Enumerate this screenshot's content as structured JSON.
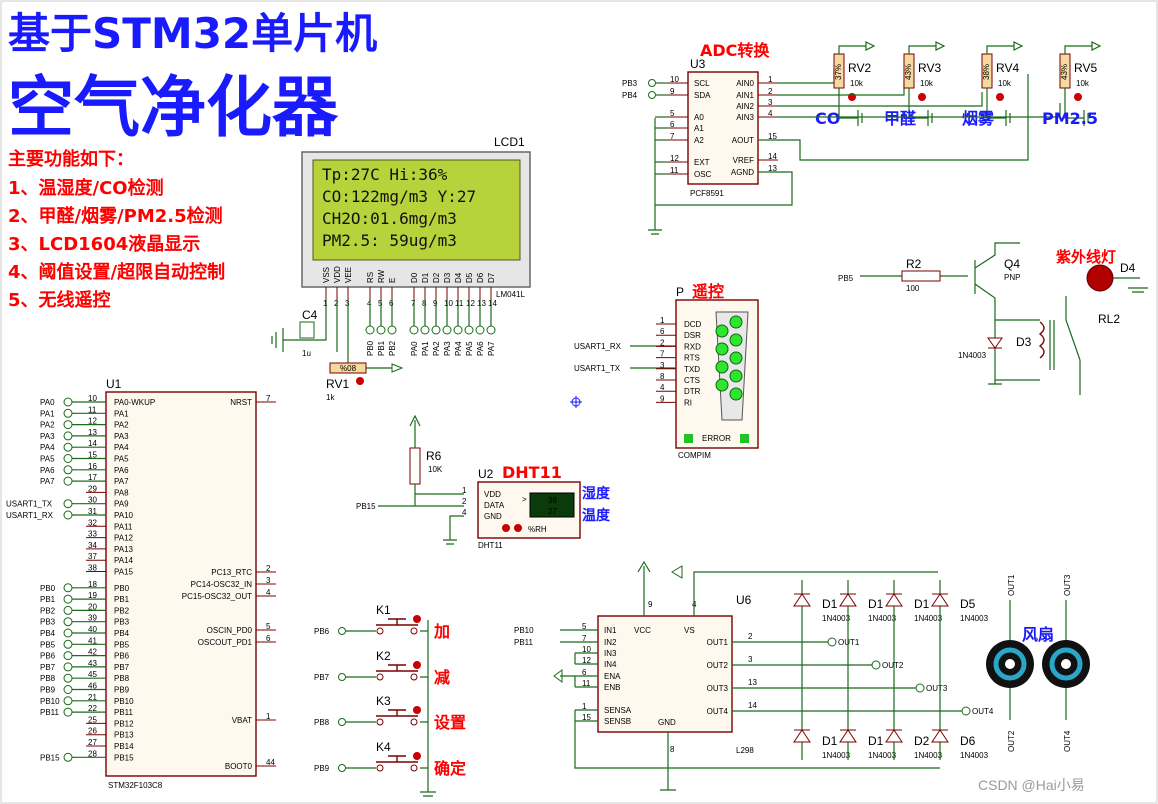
{
  "title_line1": "基于STM32单片机",
  "title_line2": "空气净化器",
  "features": {
    "heading": "主要功能如下：",
    "items": [
      "1、温湿度/CO检测",
      "2、甲醛/烟雾/PM2.5检测",
      "3、LCD1604液晶显示",
      "4、阈值设置/超限自动控制",
      "5、无线遥控"
    ]
  },
  "lcd": {
    "ref": "LCD1",
    "model": "LM041L",
    "lines": [
      "Tp:27C     Hi:36%",
      "CO:122mg/m3 Y:27",
      "CH2O:01.6mg/m3",
      "PM2.5: 59ug/m3"
    ],
    "pins": [
      "VSS",
      "VDD",
      "VEE",
      "RS",
      "RW",
      "E",
      "D0",
      "D1",
      "D2",
      "D3",
      "D4",
      "D5",
      "D6",
      "D7"
    ],
    "bus": [
      "PB0",
      "PB1",
      "PB2",
      "PA0",
      "PA1",
      "PA2",
      "PA3",
      "PA4",
      "PA5",
      "PA6",
      "PA7"
    ]
  },
  "c4": {
    "ref": "C4",
    "value": "1u"
  },
  "rv1": {
    "ref": "RV1",
    "value": "1k",
    "pct": "%08"
  },
  "mcu": {
    "ref": "U1",
    "model": "STM32F103C8",
    "left_pins": [
      {
        "net": "PA0",
        "num": "10",
        "name": "PA0-WKUP"
      },
      {
        "net": "PA1",
        "num": "11",
        "name": "PA1"
      },
      {
        "net": "PA2",
        "num": "12",
        "name": "PA2"
      },
      {
        "net": "PA3",
        "num": "13",
        "name": "PA3"
      },
      {
        "net": "PA4",
        "num": "14",
        "name": "PA4"
      },
      {
        "net": "PA5",
        "num": "15",
        "name": "PA5"
      },
      {
        "net": "PA6",
        "num": "16",
        "name": "PA6"
      },
      {
        "net": "PA7",
        "num": "17",
        "name": "PA7"
      },
      {
        "net": "",
        "num": "29",
        "name": "PA8"
      },
      {
        "net": "USART1_TX",
        "num": "30",
        "name": "PA9"
      },
      {
        "net": "USART1_RX",
        "num": "31",
        "name": "PA10"
      },
      {
        "net": "",
        "num": "32",
        "name": "PA11"
      },
      {
        "net": "",
        "num": "33",
        "name": "PA12"
      },
      {
        "net": "",
        "num": "34",
        "name": "PA13"
      },
      {
        "net": "",
        "num": "37",
        "name": "PA14"
      },
      {
        "net": "",
        "num": "38",
        "name": "PA15"
      },
      {
        "net": "PB0",
        "num": "18",
        "name": "PB0"
      },
      {
        "net": "PB1",
        "num": "19",
        "name": "PB1"
      },
      {
        "net": "PB2",
        "num": "20",
        "name": "PB2"
      },
      {
        "net": "PB3",
        "num": "39",
        "name": "PB3"
      },
      {
        "net": "PB4",
        "num": "40",
        "name": "PB4"
      },
      {
        "net": "PB5",
        "num": "41",
        "name": "PB5"
      },
      {
        "net": "PB6",
        "num": "42",
        "name": "PB6"
      },
      {
        "net": "PB7",
        "num": "43",
        "name": "PB7"
      },
      {
        "net": "PB8",
        "num": "45",
        "name": "PB8"
      },
      {
        "net": "PB9",
        "num": "46",
        "name": "PB9"
      },
      {
        "net": "PB10",
        "num": "21",
        "name": "PB10"
      },
      {
        "net": "PB11",
        "num": "22",
        "name": "PB11"
      },
      {
        "net": "",
        "num": "25",
        "name": "PB12"
      },
      {
        "net": "",
        "num": "26",
        "name": "PB13"
      },
      {
        "net": "",
        "num": "27",
        "name": "PB14"
      },
      {
        "net": "PB15",
        "num": "28",
        "name": "PB15"
      }
    ],
    "right_pins": [
      {
        "num": "7",
        "name": "NRST"
      },
      {
        "num": "2",
        "name": "PC13_RTC"
      },
      {
        "num": "3",
        "name": "PC14-OSC32_IN"
      },
      {
        "num": "4",
        "name": "PC15-OSC32_OUT"
      },
      {
        "num": "5",
        "name": "OSCIN_PD0"
      },
      {
        "num": "6",
        "name": "OSCOUT_PD1"
      },
      {
        "num": "1",
        "name": "VBAT"
      },
      {
        "num": "44",
        "name": "BOOT0"
      }
    ]
  },
  "adc": {
    "title": "ADC转换",
    "ref": "U3",
    "model": "PCF8591",
    "nets": [
      "PB3",
      "PB4"
    ],
    "left_pins": [
      {
        "num": "10",
        "name": "SCL"
      },
      {
        "num": "9",
        "name": "SDA"
      },
      {
        "num": "5",
        "name": "A0"
      },
      {
        "num": "6",
        "name": "A1"
      },
      {
        "num": "7",
        "name": "A2"
      },
      {
        "num": "12",
        "name": "EXT"
      },
      {
        "num": "11",
        "name": "OSC"
      }
    ],
    "right_pins": [
      {
        "num": "1",
        "name": "AIN0"
      },
      {
        "num": "2",
        "name": "AIN1"
      },
      {
        "num": "3",
        "name": "AIN2"
      },
      {
        "num": "4",
        "name": "AIN3"
      },
      {
        "num": "15",
        "name": "AOUT"
      },
      {
        "num": "14",
        "name": "VREF"
      },
      {
        "num": "13",
        "name": "AGND"
      }
    ]
  },
  "pots": [
    {
      "ref": "RV2",
      "value": "10k",
      "label": "CO"
    },
    {
      "ref": "RV3",
      "value": "10k",
      "label": "甲醛"
    },
    {
      "ref": "RV4",
      "value": "10k",
      "label": "烟雾"
    },
    {
      "ref": "RV5",
      "value": "10k",
      "label": "PM2.5"
    }
  ],
  "pot_pct": [
    "37%",
    "43%",
    "38%",
    "43%"
  ],
  "uv": {
    "r_ref": "R2",
    "r_val": "100",
    "net": "PB5",
    "q_ref": "Q4",
    "q_model": "PNP",
    "d_ref": "D3",
    "d_model": "1N4003",
    "relay": "RL2",
    "lamp_ref": "D4",
    "label": "紫外线灯"
  },
  "serial": {
    "title": "遥控",
    "ref_prefix": "P",
    "model": "COMPIM",
    "status": "ERROR",
    "nets": [
      "USART1_RX",
      "USART1_TX"
    ],
    "pins": [
      {
        "num": "1",
        "name": "DCD"
      },
      {
        "num": "6",
        "name": "DSR"
      },
      {
        "num": "2",
        "name": "RXD"
      },
      {
        "num": "7",
        "name": "RTS"
      },
      {
        "num": "3",
        "name": "TXD"
      },
      {
        "num": "8",
        "name": "CTS"
      },
      {
        "num": "4",
        "name": "DTR"
      },
      {
        "num": "9",
        "name": "RI"
      }
    ]
  },
  "dht": {
    "title": "DHT11",
    "ref": "U2",
    "model": "DHT11",
    "r_ref": "R6",
    "r_val": "10K",
    "net": "PB15",
    "pins": [
      {
        "num": "1",
        "name": "VDD"
      },
      {
        "num": "2",
        "name": "DATA"
      },
      {
        "num": "4",
        "name": "GND"
      }
    ],
    "readout": [
      "36",
      "27"
    ],
    "unit": "%RH",
    "marker": ">",
    "labels": [
      "湿度",
      "温度"
    ]
  },
  "keys": [
    {
      "ref": "K1",
      "net": "PB6",
      "label": "加"
    },
    {
      "ref": "K2",
      "net": "PB7",
      "label": "减"
    },
    {
      "ref": "K3",
      "net": "PB8",
      "label": "设置"
    },
    {
      "ref": "K4",
      "net": "PB9",
      "label": "确定"
    }
  ],
  "driver": {
    "ref": "U6",
    "model": "L298",
    "nets": [
      "PB10",
      "PB11"
    ],
    "left_pins": [
      {
        "num": "5",
        "name": "IN1"
      },
      {
        "num": "7",
        "name": "IN2"
      },
      {
        "num": "10",
        "name": "IN3"
      },
      {
        "num": "12",
        "name": "IN4"
      },
      {
        "num": "6",
        "name": "ENA"
      },
      {
        "num": "11",
        "name": "ENB"
      },
      {
        "num": "1",
        "name": "SENSA"
      },
      {
        "num": "15",
        "name": "SENSB"
      }
    ],
    "top_pins": [
      {
        "num": "9",
        "name": "VCC"
      },
      {
        "num": "4",
        "name": "VS"
      }
    ],
    "bottom_pin": {
      "num": "8",
      "name": "GND"
    },
    "right_pins": [
      {
        "num": "2",
        "name": "OUT1"
      },
      {
        "num": "3",
        "name": "OUT2"
      },
      {
        "num": "13",
        "name": "OUT3"
      },
      {
        "num": "14",
        "name": "OUT4"
      }
    ],
    "outs": [
      "OUT1",
      "OUT2",
      "OUT3",
      "OUT4"
    ]
  },
  "diodes_top": [
    {
      "ref": "D1",
      "model": "1N4003"
    },
    {
      "ref": "D1",
      "model": "1N4003"
    },
    {
      "ref": "D1",
      "model": "1N4003"
    },
    {
      "ref": "D5",
      "model": "1N4003"
    }
  ],
  "diodes_bottom": [
    {
      "ref": "D1",
      "model": "1N4003"
    },
    {
      "ref": "D1",
      "model": "1N4003"
    },
    {
      "ref": "D2",
      "model": "1N4003"
    },
    {
      "ref": "D6",
      "model": "1N4003"
    }
  ],
  "fan": {
    "label": "风扇",
    "terminals": [
      "OUT1",
      "OUT3",
      "OUT2",
      "OUT4"
    ]
  },
  "watermark": "CSDN @Hai小易",
  "colors": {
    "title": "#1a1aff",
    "accent": "#ff0000",
    "wire": "#1b6b1b",
    "body": "#7a0000",
    "lcd_bg": "#b7d23a"
  }
}
